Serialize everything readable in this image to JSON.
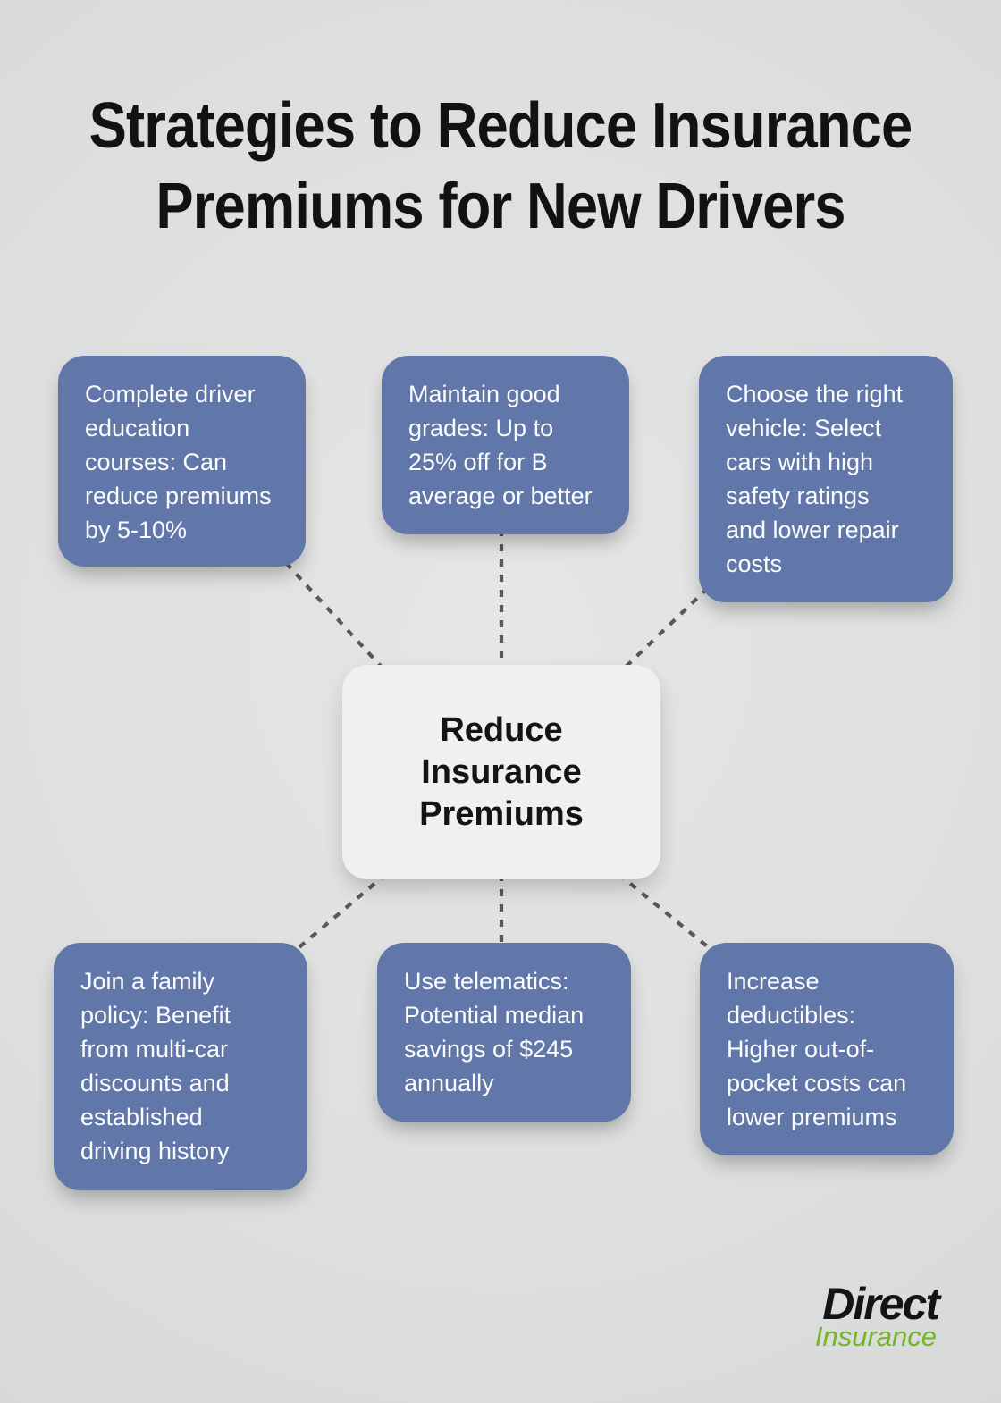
{
  "title": "Strategies to Reduce Insurance\nPremiums for New Drivers",
  "center_node": "Reduce\nInsurance\nPremiums",
  "strategies": [
    {
      "id": "driver-education",
      "text": "Complete driver education courses: Can reduce premiums by 5-10%"
    },
    {
      "id": "good-grades",
      "text": "Maintain good grades: Up to 25% off for B average or better"
    },
    {
      "id": "right-vehicle",
      "text": "Choose the right vehicle: Select cars with high safety ratings and lower repair costs"
    },
    {
      "id": "family-policy",
      "text": "Join a family policy: Benefit from multi-car discounts and established driving history"
    },
    {
      "id": "telematics",
      "text": "Use telematics: Potential median savings of $245 annually"
    },
    {
      "id": "deductibles",
      "text": "Increase deductibles: Higher out-of-pocket costs can lower premiums"
    }
  ],
  "branding": {
    "name": "Direct",
    "tagline": "Insurance"
  },
  "colors": {
    "background": "#dcdddd",
    "node_fill": "#6177a9",
    "node_text": "#fbfcfd",
    "center_fill": "#eff0f1",
    "center_text": "#141414",
    "connector": "#57585a",
    "title_text": "#121212",
    "logo_black": "#141414",
    "logo_green": "#72b626"
  }
}
